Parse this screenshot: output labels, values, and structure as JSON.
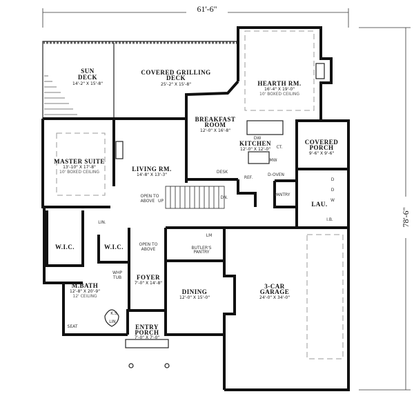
{
  "overall": {
    "width": "61'-6\"",
    "depth": "78'-6\""
  },
  "rooms": {
    "sun_deck": {
      "name1": "SUN",
      "name2": "DECK",
      "dims": "14'-2\" X 15'-8\""
    },
    "grilling_deck": {
      "name1": "COVERED GRILLING",
      "name2": "DECK",
      "dims": "25'-2\" X 15'-8\""
    },
    "hearth": {
      "name": "HEARTH RM.",
      "dims": "16'-4\" X 19'-0\"",
      "ceiling": "10' BOXED CEILING"
    },
    "breakfast": {
      "name1": "BREAKFAST",
      "name2": "ROOM",
      "dims": "12'-0\" X 16'-8\""
    },
    "kitchen": {
      "name": "KITCHEN",
      "dims": "12'-0\" X 12'-0\""
    },
    "covered_porch": {
      "name1": "COVERED",
      "name2": "PORCH",
      "dims": "9'-6\" X 9'-6\""
    },
    "master_suite": {
      "name": "MASTER SUITE",
      "dims": "13'-10\" X 17'-8\"",
      "ceiling": "10' BOXED CEILING"
    },
    "living": {
      "name": "LIVING RM.",
      "dims": "14'-8\" X 13'-3\""
    },
    "foyer": {
      "name": "FOYER",
      "dims": "7'-0\" X 14'-8\""
    },
    "master_bath": {
      "name": "M.BATH",
      "dims": "12'-8\" X 20'-9\"",
      "ceiling": "12' CEILING"
    },
    "dining": {
      "name": "DINING",
      "dims": "12'-0\" X 15'-0\""
    },
    "garage": {
      "name1": "3-CAR",
      "name2": "GARAGE",
      "dims": "24'-0\" X 34'-0\""
    },
    "entry_porch": {
      "name1": "ENTRY",
      "name2": "PORCH",
      "dims": "7'-0\" X 7'-0\""
    },
    "wic1": {
      "name": "W.I.C."
    },
    "wic2": {
      "name": "W.I.C."
    },
    "laundry": {
      "name": "LAU."
    },
    "pantry": {
      "name": "PANTRY"
    }
  },
  "labels": {
    "desk": "DESK",
    "ref": "REF.",
    "d_oven": "D-OVEN",
    "dw": "DW",
    "ct": "CT.",
    "mw": "MW",
    "open_above_1a": "OPEN TO",
    "open_above_1b": "ABOVE",
    "up": "UP",
    "dn": "DN.",
    "open_above_2a": "OPEN TO",
    "open_above_2b": "ABOVE",
    "whp1": "WHP",
    "whp2": "TUB",
    "lm": "LM",
    "butler1": "BUTLER'S",
    "butler2": "PANTRY",
    "lin1": "LIN.",
    "lin2": "LIN",
    "ks": "K.S.",
    "seat": "SEAT",
    "d1": "D",
    "d2": "D",
    "w": "W",
    "ib": "I.B."
  }
}
